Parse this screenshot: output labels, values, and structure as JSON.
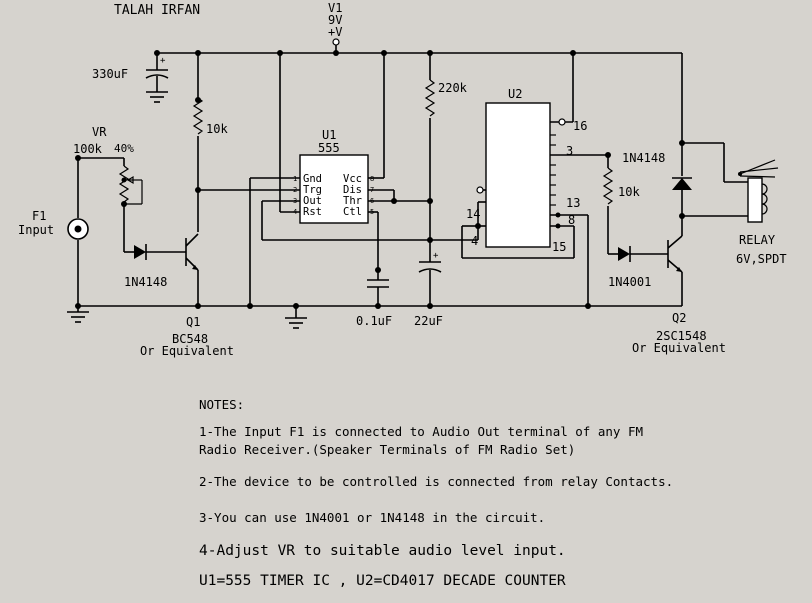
{
  "author": "TALAH IRFAN",
  "supply": {
    "name": "V1",
    "voltage": "9V",
    "rail": "+V"
  },
  "components": {
    "c_330": "330uF",
    "vr_name": "VR",
    "vr_value": "100k",
    "vr_setting": "40%",
    "r_10k_left": "10k",
    "f1_name": "F1",
    "f1_label": "Input",
    "d_1n4148_left": "1N4148",
    "q1_name": "Q1",
    "q1_part": "BC548",
    "q1_note": "Or Equivalent",
    "u1_name": "U1",
    "u1_part": "555",
    "u1_pins": [
      "Gnd",
      "Trg",
      "Out",
      "Rst",
      "Vcc",
      "Dis",
      "Thr",
      "Ctl"
    ],
    "u1_pin_nums": [
      "1",
      "2",
      "3",
      "4",
      "8",
      "7",
      "6",
      "5"
    ],
    "c_01": "0.1uF",
    "c_22": "22uF",
    "r_220k": "220k",
    "u2_name": "U2",
    "u2_part": "4017",
    "u2_pin_nums": [
      "16",
      "3",
      "13",
      "14",
      "8",
      "4",
      "15"
    ],
    "r_10k_right": "10k",
    "d_1n4148_right": "1N4148",
    "d_1n4001": "1N4001",
    "q2_name": "Q2",
    "q2_part": "2SC1548",
    "q2_note": "Or Equivalent",
    "relay_name": "RELAY",
    "relay_spec": "6V,SPDT"
  },
  "notes": {
    "heading": "NOTES:",
    "n1_line1": "1-The Input F1 is connected to Audio Out terminal of any FM",
    "n1_line2": "Radio Receiver.(Speaker Terminals of FM Radio Set)",
    "n2": "2-The device to be controlled is connected from relay Contacts.",
    "n3": "3-You can use 1N4001 or 1N4148 in the circuit.",
    "n4": "4-Adjust VR to suitable audio level input.",
    "n5": "U1=555 TIMER IC , U2=CD4017 DECADE COUNTER"
  }
}
